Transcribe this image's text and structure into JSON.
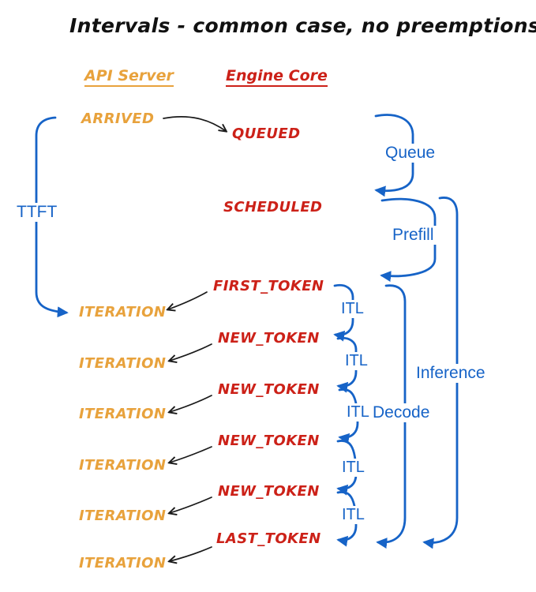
{
  "title": "Intervals - common case, no preemptions",
  "colors": {
    "api_server": "#E8A23C",
    "engine_core": "#CC2118",
    "interval_blue": "#1663C7",
    "arrow_black": "#1a1a1a",
    "background": "#ffffff"
  },
  "columns": [
    {
      "id": "api_server",
      "label": "API Server"
    },
    {
      "id": "engine_core",
      "label": "Engine Core"
    }
  ],
  "api_events": [
    {
      "label": "ARRIVED"
    },
    {
      "label": "ITERATION"
    },
    {
      "label": "ITERATION"
    },
    {
      "label": "ITERATION"
    },
    {
      "label": "ITERATION"
    },
    {
      "label": "ITERATION"
    },
    {
      "label": "ITERATION"
    }
  ],
  "engine_events": [
    {
      "label": "QUEUED"
    },
    {
      "label": "SCHEDULED"
    },
    {
      "label": "FIRST_TOKEN"
    },
    {
      "label": "NEW_TOKEN"
    },
    {
      "label": "NEW_TOKEN"
    },
    {
      "label": "NEW_TOKEN"
    },
    {
      "label": "NEW_TOKEN"
    },
    {
      "label": "LAST_TOKEN"
    }
  ],
  "intervals": [
    {
      "label": "TTFT"
    },
    {
      "label": "Queue"
    },
    {
      "label": "Prefill"
    },
    {
      "label": "ITL"
    },
    {
      "label": "ITL"
    },
    {
      "label": "ITL"
    },
    {
      "label": "Decode"
    },
    {
      "label": "ITL"
    },
    {
      "label": "ITL"
    },
    {
      "label": "Inference"
    }
  ]
}
